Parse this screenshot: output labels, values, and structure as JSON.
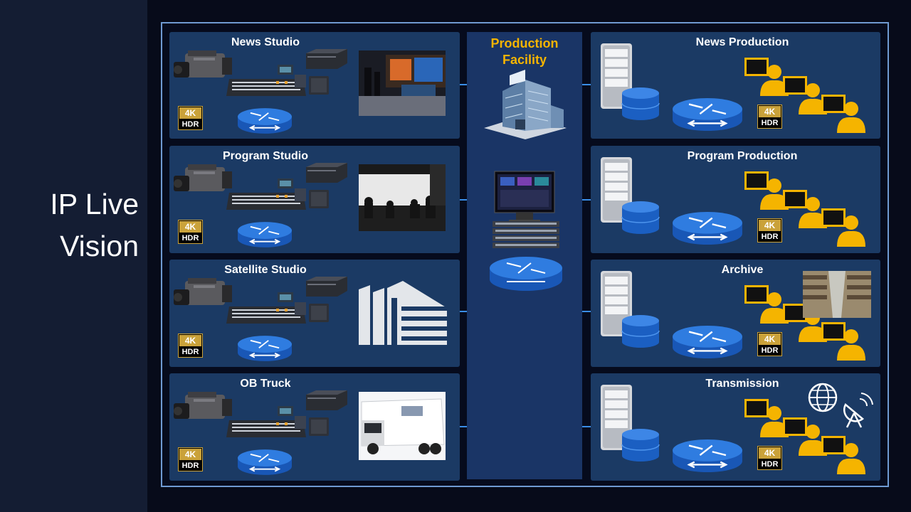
{
  "slide": {
    "title_line1": "IP Live",
    "title_line2": "Vision"
  },
  "center": {
    "title_line1": "Production",
    "title_line2": "Facility"
  },
  "left_panels": [
    {
      "title": "News Studio",
      "image": "news-studio-photo"
    },
    {
      "title": "Program Studio",
      "image": "program-studio-photo"
    },
    {
      "title": "Satellite Studio",
      "image": "building-icon"
    },
    {
      "title": "OB Truck",
      "image": "ob-truck-photo"
    }
  ],
  "right_panels": [
    {
      "title": "News Production"
    },
    {
      "title": "Program Production"
    },
    {
      "title": "Archive"
    },
    {
      "title": "Transmission"
    }
  ],
  "badge": {
    "line1": "4K",
    "line2": "HDR"
  },
  "colors": {
    "accent": "#f5b400",
    "panel": "#1b3a64",
    "router": "#1f6bd0",
    "line": "#3a8ee8",
    "frame": "#6f9ad2"
  }
}
